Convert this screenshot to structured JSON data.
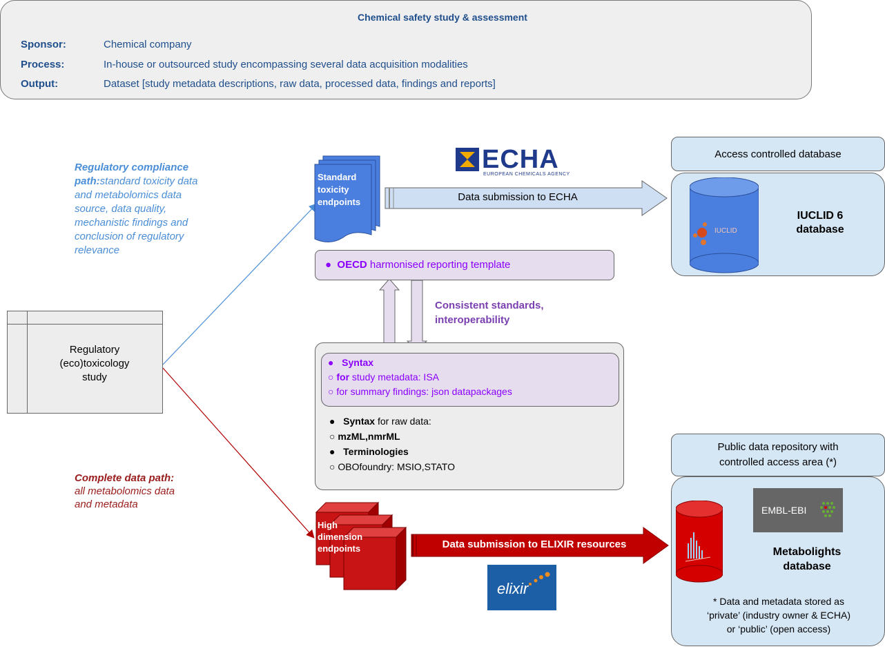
{
  "header": {
    "title": "Chemical safety study & assessment",
    "rows": [
      {
        "label": "Sponsor:",
        "value": "Chemical company"
      },
      {
        "label": "Process:",
        "value": "In-house or outsourced study encompassing several data acquisition modalities"
      },
      {
        "label": "Output:",
        "value": "Dataset [study metadata descriptions, raw data, processed data, findings and reports]"
      }
    ]
  },
  "study": {
    "label_line1": "Regulatory",
    "label_line2": "(eco)toxicology",
    "label_line3": "study"
  },
  "regulatory_path": {
    "bold_heading": "Regulatory compliance path:",
    "lines": [
      "Regulatory compliance",
      "path:standard toxicity data",
      "and metabolomics data",
      "source, data quality,",
      "mechanistic findings and",
      "conclusion of regulatory",
      "relevance"
    ]
  },
  "complete_path": {
    "heading": "Complete data path:",
    "lines": [
      "all metabolomics data",
      "and metadata"
    ]
  },
  "standard_doc": {
    "lines": [
      "Standard",
      "toxicity",
      "endpoints"
    ]
  },
  "echa": {
    "logo_text": "ECHA",
    "logo_sub": "EUROPEAN CHEMICALS AGENCY",
    "arrow_label": "Data submission to ECHA"
  },
  "access_db": {
    "header": "Access controlled database",
    "db_line1": "IUCLID 6",
    "db_line2": "database",
    "cyl_label": "IUCLID"
  },
  "oecd": {
    "bold": "OECD",
    "rest": " harmonised reporting template"
  },
  "consistent": {
    "line1": "Consistent standards,",
    "line2": "interoperability"
  },
  "standards_box": {
    "syntax_head": "Syntax",
    "isa_bold": "for",
    "isa_rest": " study metadata: ISA",
    "json_line": "for summary findings: json datapackages",
    "raw_bold": "Syntax",
    "raw_rest": " for raw data:",
    "mz_line": "mzML,nmrML",
    "term_head": "Terminologies",
    "obo_line": "OBOfoundry: MSIO,STATO",
    "bullet": "●",
    "circle": "○"
  },
  "highdim": {
    "lines": [
      "High",
      "dimension",
      "endpoints"
    ]
  },
  "elixir": {
    "arrow_label": "Data submission to ELIXIR resources",
    "logo_text": "elixir"
  },
  "public_repo": {
    "header_line1": "Public data repository with",
    "header_line2": "controlled access area (*)",
    "embl": "EMBL-EBI",
    "db_line1": "Metabolights",
    "db_line2": "database",
    "note_line1": "* Data and metadata stored as",
    "note_line2": "‘private’ (industry owner & ECHA)",
    "note_line3": "or ‘public’ (open access)"
  },
  "colors": {
    "blue_path": "#4a8ed8",
    "red_path": "#9b1c1c",
    "navy": "#1f4e8c",
    "purple": "#8b00ff"
  }
}
